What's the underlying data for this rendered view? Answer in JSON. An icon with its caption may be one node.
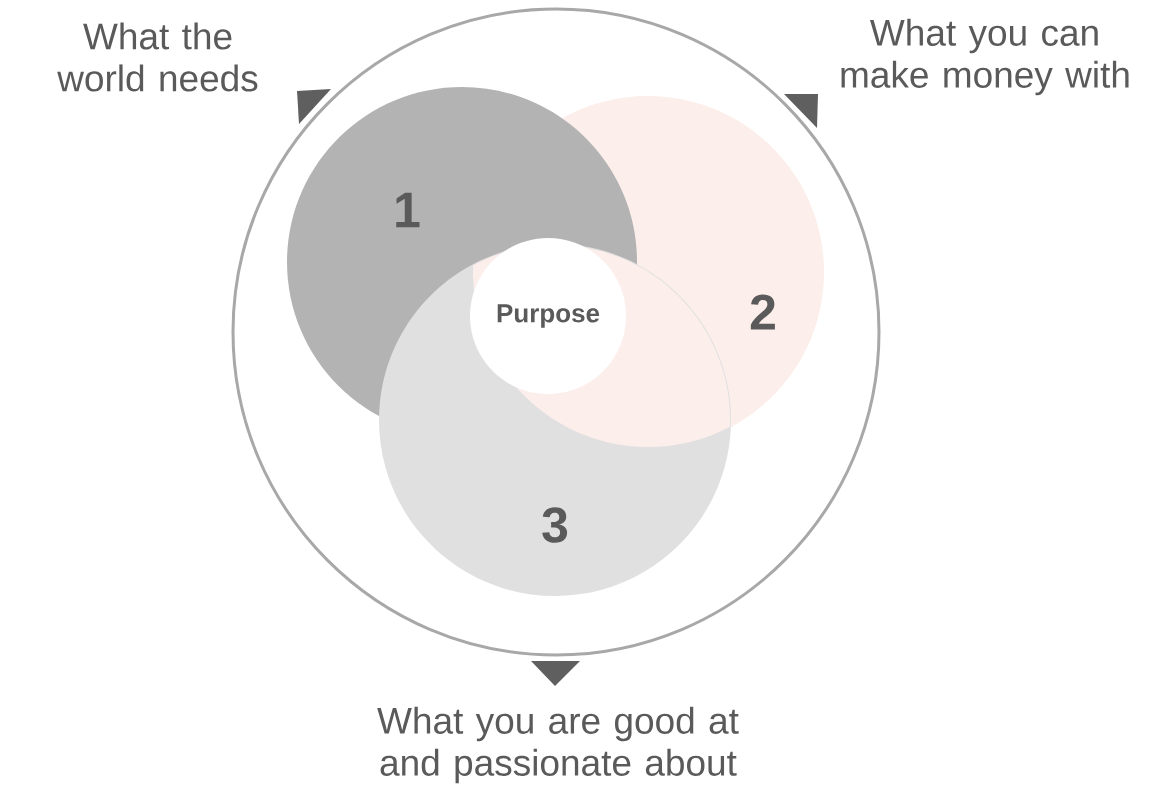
{
  "diagram": {
    "nodes": [
      {
        "text": [
          "1"
        ],
        "beside": [
          "What the world needs"
        ]
      },
      {
        "text": [
          "2"
        ],
        "beside": [
          "What you can make money with"
        ]
      },
      {
        "text": [
          "3"
        ],
        "beside": [
          "What you are good at and passionate about"
        ]
      },
      {
        "text": [
          "Purpose"
        ]
      }
    ]
  }
}
